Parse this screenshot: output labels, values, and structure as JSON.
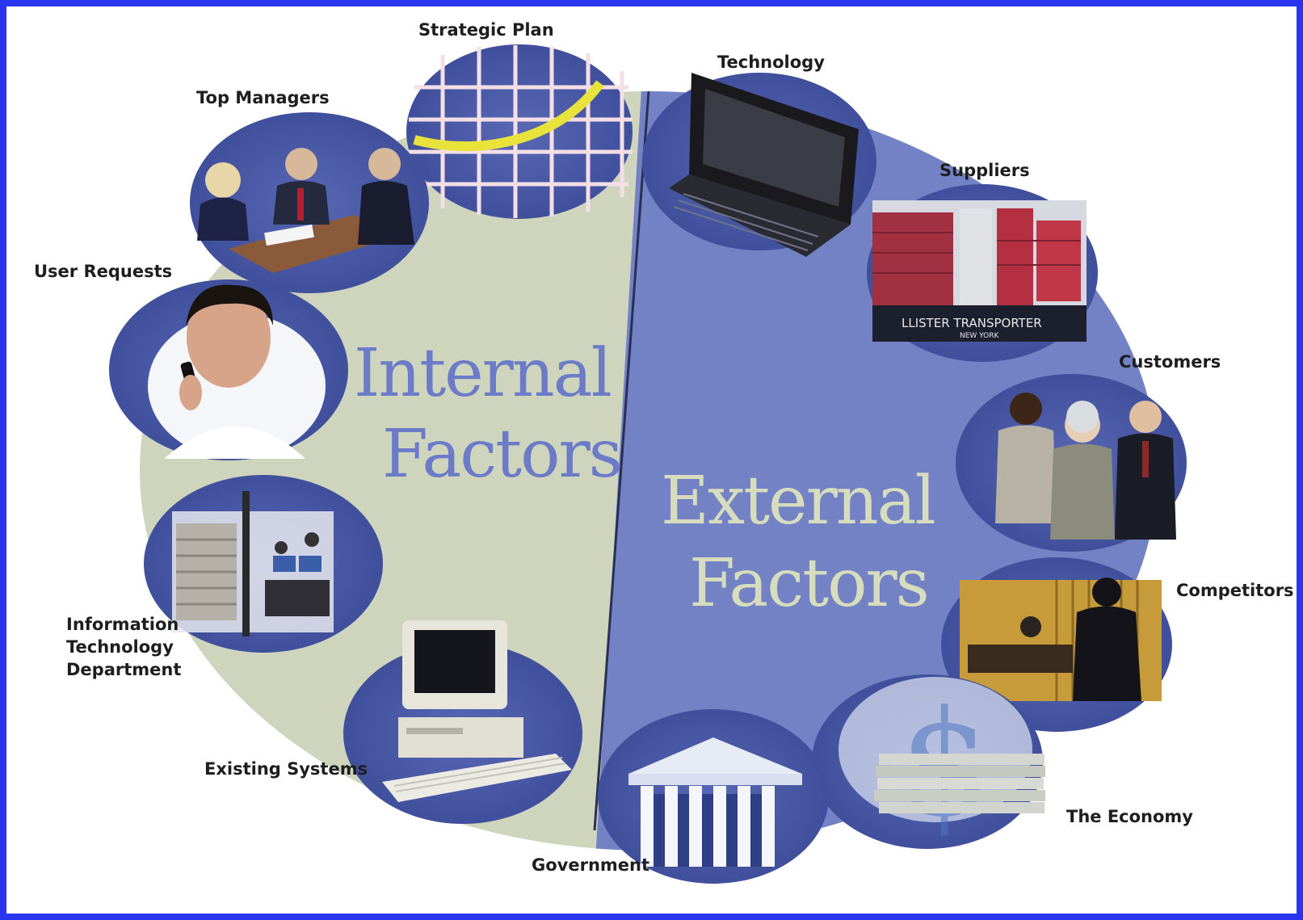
{
  "colors": {
    "frame_border": "#2b35f0",
    "internal_fill": "#cfd5bd",
    "external_fill": "#7382c4",
    "photo_oval": "#4f5fae",
    "internal_title": "#6b7bc8",
    "external_title": "#d7dcbd"
  },
  "internal": {
    "title_line1": "Internal",
    "title_line2": "Factors"
  },
  "external": {
    "title_line1": "External",
    "title_line2": "Factors"
  },
  "labels": {
    "strategic_plan": "Strategic Plan",
    "top_managers": "Top Managers",
    "user_requests": "User Requests",
    "it_department_line1": "Information",
    "it_department_line2": "Technology",
    "it_department_line3": "Department",
    "existing_systems": "Existing Systems",
    "technology": "Technology",
    "suppliers": "Suppliers",
    "customers": "Customers",
    "competitors": "Competitors",
    "the_economy": "The Economy",
    "government": "Government"
  },
  "photo_text": {
    "ship_line1": "LLISTER TRANSPORTER",
    "ship_line2": "NEW YORK"
  },
  "icons": [
    "grid-chart-icon",
    "meeting-icon",
    "phone-man-icon",
    "office-icon",
    "computer-icon",
    "laptop-icon",
    "container-ship-icon",
    "people-icon",
    "silhouette-icon",
    "dollar-money-icon",
    "capitol-building-icon"
  ]
}
